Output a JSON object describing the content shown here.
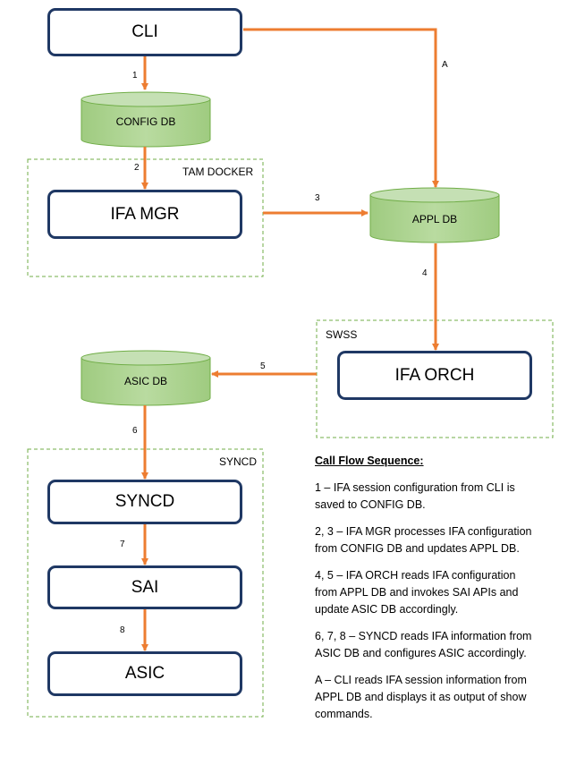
{
  "nodes": {
    "cli": "CLI",
    "config_db": "CONFIG DB",
    "ifa_mgr": "IFA MGR",
    "appl_db": "APPL DB",
    "ifa_orch": "IFA ORCH",
    "asic_db": "ASIC DB",
    "syncd": "SYNCD",
    "sai": "SAI",
    "asic": "ASIC"
  },
  "containers": {
    "tam_docker": "TAM DOCKER",
    "swss": "SWSS",
    "syncd": "SYNCD"
  },
  "steps": {
    "s1": "1",
    "s2": "2",
    "s3": "3",
    "s4": "4",
    "s5": "5",
    "s6": "6",
    "s7": "7",
    "s8": "8",
    "sA": "A"
  },
  "legend": {
    "title": "Call Flow Sequence:",
    "items": [
      "1 – IFA session configuration from CLI is saved to CONFIG DB.",
      "2, 3 – IFA MGR processes IFA configuration from CONFIG DB and updates APPL DB.",
      "4, 5 – IFA ORCH reads IFA configuration from APPL DB and invokes SAI APIs and update ASIC DB accordingly.",
      "6, 7, 8 – SYNCD reads IFA information from ASIC DB and configures ASIC accordingly.",
      "A – CLI reads IFA session information from APPL DB and displays it as output of show commands."
    ]
  },
  "colors": {
    "box_border": "#1f3864",
    "arrow": "#ed7d31",
    "db_fill": "#a9d18e",
    "db_stroke": "#70ad47",
    "container_dash": "#70ad47"
  }
}
